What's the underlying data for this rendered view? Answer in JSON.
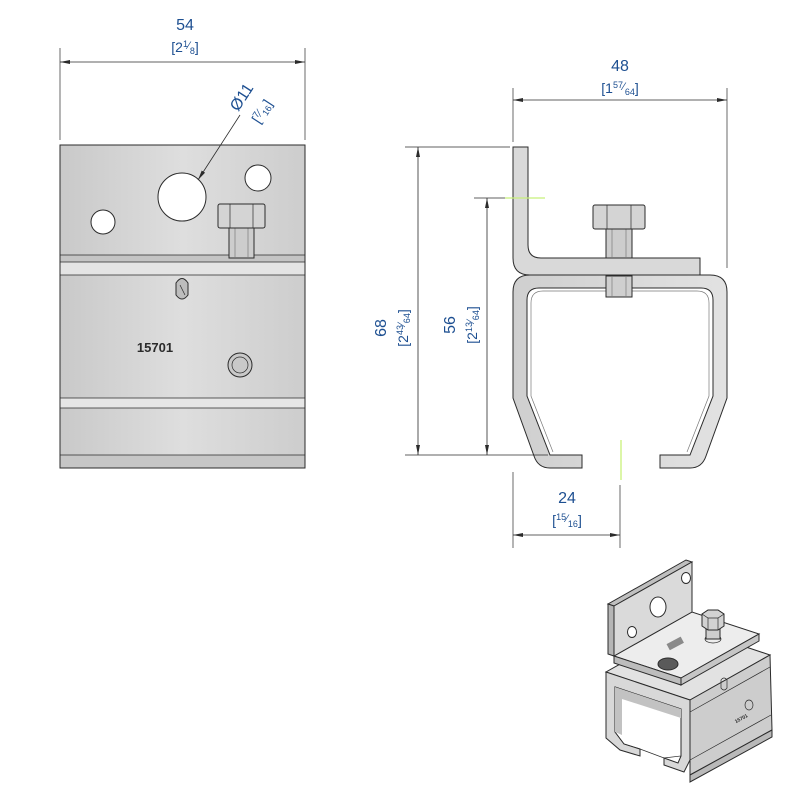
{
  "colors": {
    "dimension_text": "#1d4f91",
    "outline": "#2b2b2b",
    "part_fill": "#d3d3d3",
    "guide_green": "#c8f07a",
    "background": "#ffffff"
  },
  "frac_slash": "⁄",
  "part_number": "15701",
  "dimensions": {
    "plate_width": {
      "mm": "54",
      "in": {
        "pre": "[2",
        "num": "1",
        "den": "8",
        "post": "]"
      }
    },
    "hole_diameter": {
      "mm": "Ø11",
      "in": {
        "pre": "[",
        "num": "7",
        "den": "16",
        "post": "]"
      }
    },
    "bracket_width": {
      "mm": "48",
      "in": {
        "pre": "[1",
        "num": "57",
        "den": "64",
        "post": "]"
      }
    },
    "total_height": {
      "mm": "68",
      "in": {
        "pre": "[2",
        "num": "43",
        "den": "64",
        "post": "]"
      }
    },
    "channel_height": {
      "mm": "56",
      "in": {
        "pre": "[2",
        "num": "13",
        "den": "64",
        "post": "]"
      }
    },
    "slot_offset": {
      "mm": "24",
      "in": {
        "pre": "[",
        "num": "15",
        "den": "16",
        "post": "]"
      }
    }
  }
}
